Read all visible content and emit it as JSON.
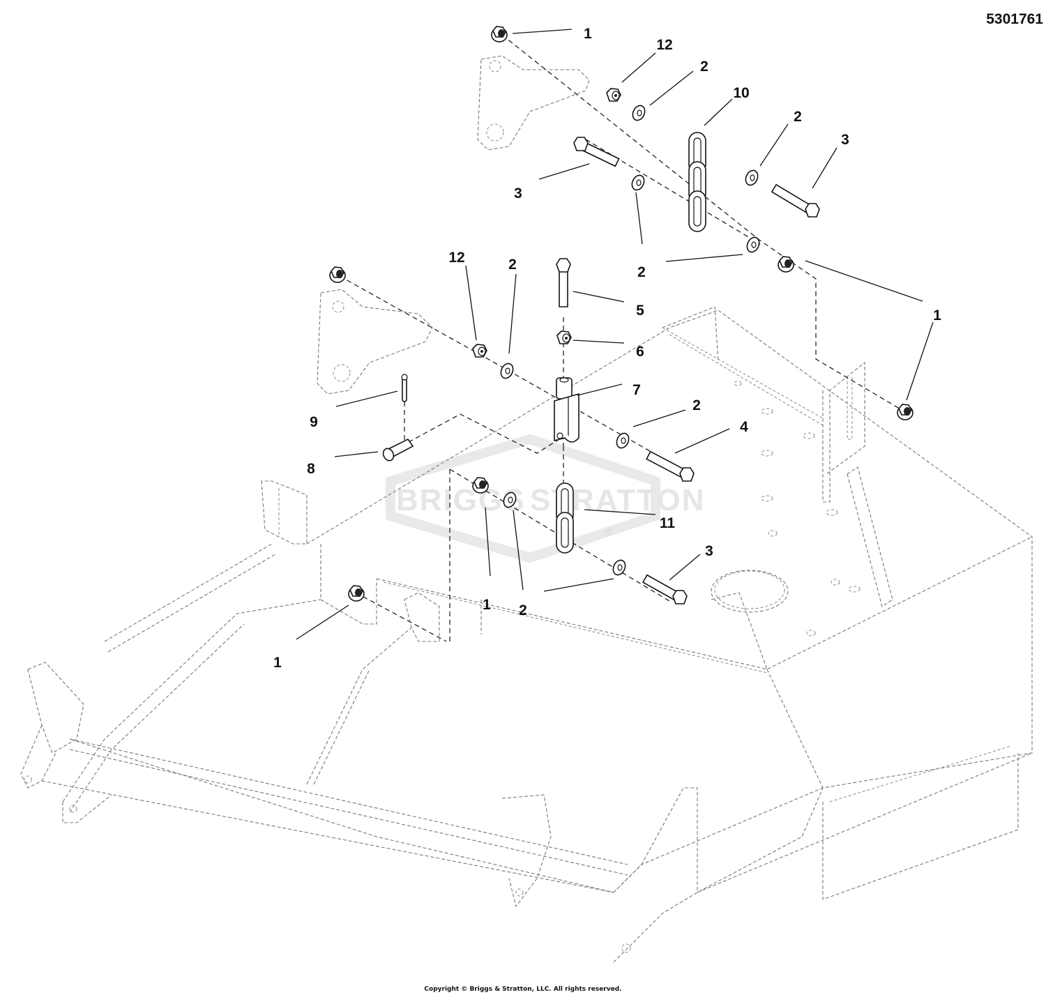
{
  "header": {
    "diagram_number": "5301761"
  },
  "footer": {
    "copyright": "Copyright © Briggs & Stratton, LLC. All rights reserved."
  },
  "watermark": {
    "text": "BRIGGS & STRATTON",
    "left": "BRIGGS",
    "right": "STRATTON",
    "registered": "®"
  },
  "callouts": [
    {
      "id": "c1a",
      "label": "1",
      "part": "flange-nut"
    },
    {
      "id": "c12a",
      "label": "12",
      "part": "lock-nut"
    },
    {
      "id": "c2a",
      "label": "2",
      "part": "washer"
    },
    {
      "id": "c10",
      "label": "10",
      "part": "chain-3-link"
    },
    {
      "id": "c2b",
      "label": "2",
      "part": "washer"
    },
    {
      "id": "c3a",
      "label": "3",
      "part": "bolt"
    },
    {
      "id": "c3b",
      "label": "3",
      "part": "bolt"
    },
    {
      "id": "c2c",
      "label": "2",
      "part": "washer"
    },
    {
      "id": "c2d",
      "label": "2",
      "part": "washer"
    },
    {
      "id": "c1b",
      "label": "1",
      "part": "flange-nut"
    },
    {
      "id": "c1c",
      "label": "1",
      "part": "flange-nut"
    },
    {
      "id": "c12b",
      "label": "12",
      "part": "lock-nut"
    },
    {
      "id": "c2e",
      "label": "2",
      "part": "washer"
    },
    {
      "id": "c5",
      "label": "5",
      "part": "bolt-vertical"
    },
    {
      "id": "c6",
      "label": "6",
      "part": "hex-nut"
    },
    {
      "id": "c7",
      "label": "7",
      "part": "clevis"
    },
    {
      "id": "c9",
      "label": "9",
      "part": "cotter-pin"
    },
    {
      "id": "c8",
      "label": "8",
      "part": "clevis-pin"
    },
    {
      "id": "c2f",
      "label": "2",
      "part": "washer"
    },
    {
      "id": "c4",
      "label": "4",
      "part": "bolt"
    },
    {
      "id": "c11",
      "label": "11",
      "part": "chain-2-link"
    },
    {
      "id": "c3c",
      "label": "3",
      "part": "bolt"
    },
    {
      "id": "c1d",
      "label": "1",
      "part": "flange-nut"
    },
    {
      "id": "c2g",
      "label": "2",
      "part": "washer"
    },
    {
      "id": "c2h",
      "label": "2",
      "part": "washer"
    },
    {
      "id": "c1e",
      "label": "1",
      "part": "flange-nut"
    }
  ]
}
